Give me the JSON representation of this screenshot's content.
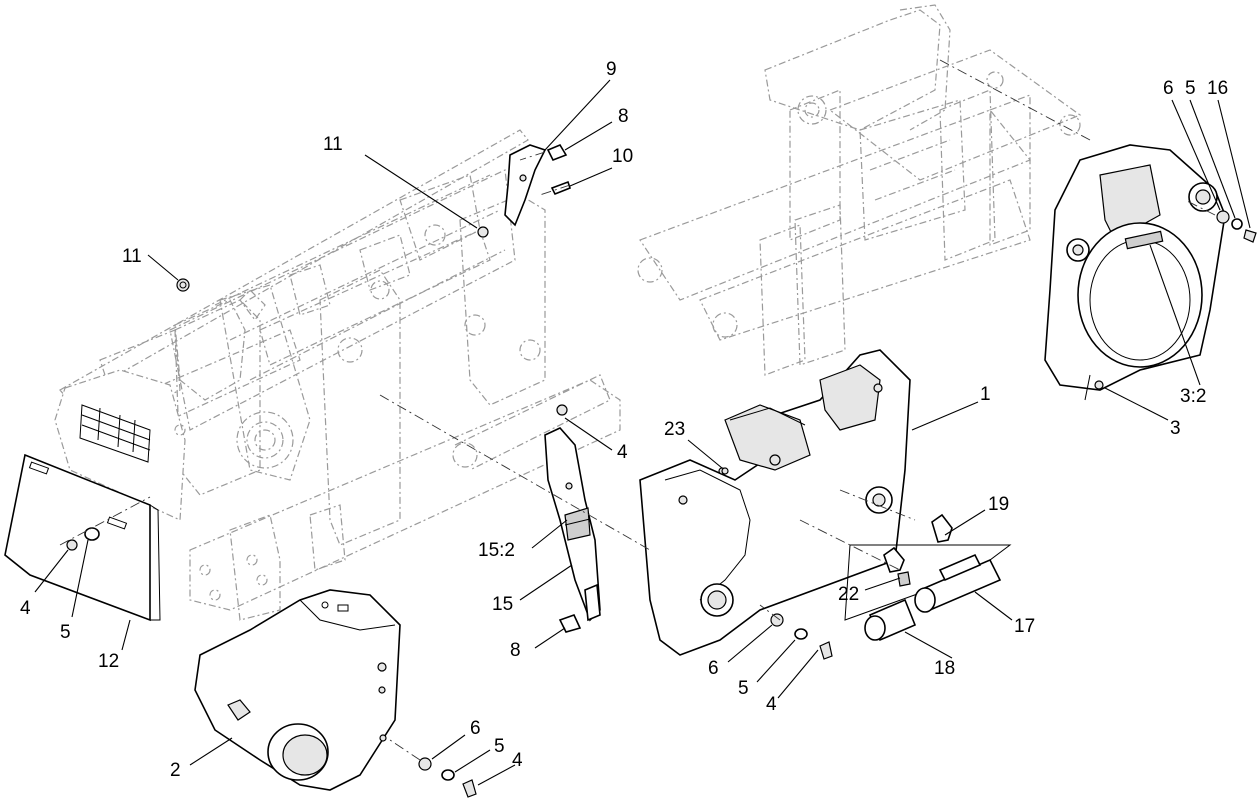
{
  "callouts": [
    {
      "id": "c-9",
      "text": "9"
    },
    {
      "id": "c-8a",
      "text": "8"
    },
    {
      "id": "c-10",
      "text": "10"
    },
    {
      "id": "c-11a",
      "text": "11"
    },
    {
      "id": "c-11b",
      "text": "11"
    },
    {
      "id": "c-4a",
      "text": "4"
    },
    {
      "id": "c-5a",
      "text": "5"
    },
    {
      "id": "c-12",
      "text": "12"
    },
    {
      "id": "c-2",
      "text": "2"
    },
    {
      "id": "c-6a",
      "text": "6"
    },
    {
      "id": "c-5b",
      "text": "5"
    },
    {
      "id": "c-4b",
      "text": "4"
    },
    {
      "id": "c-4c",
      "text": "4"
    },
    {
      "id": "c-15-2",
      "text": "15:2"
    },
    {
      "id": "c-15",
      "text": "15"
    },
    {
      "id": "c-8b",
      "text": "8"
    },
    {
      "id": "c-23",
      "text": "23"
    },
    {
      "id": "c-1",
      "text": "1"
    },
    {
      "id": "c-19",
      "text": "19"
    },
    {
      "id": "c-22",
      "text": "22"
    },
    {
      "id": "c-17",
      "text": "17"
    },
    {
      "id": "c-18",
      "text": "18"
    },
    {
      "id": "c-6b",
      "text": "6"
    },
    {
      "id": "c-5c",
      "text": "5"
    },
    {
      "id": "c-4d",
      "text": "4"
    },
    {
      "id": "c-6c",
      "text": "6"
    },
    {
      "id": "c-5d",
      "text": "5"
    },
    {
      "id": "c-16",
      "text": "16"
    },
    {
      "id": "c-3-2",
      "text": "3:2"
    },
    {
      "id": "c-3",
      "text": "3"
    }
  ]
}
